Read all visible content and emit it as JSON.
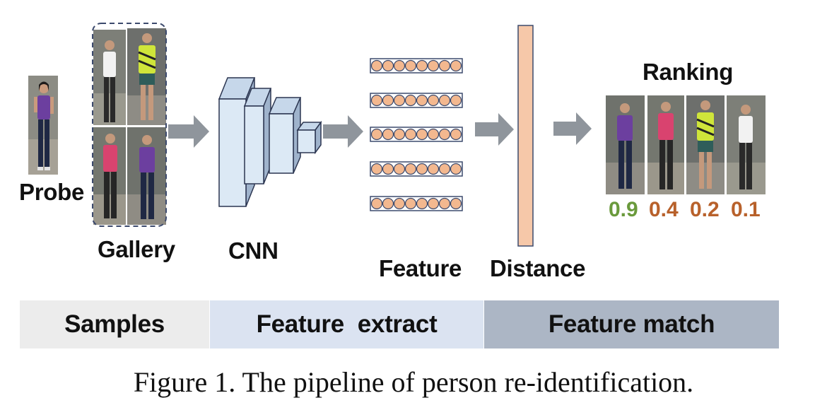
{
  "labels": {
    "probe": "Probe",
    "gallery": "Gallery",
    "cnn": "CNN",
    "feature": "Feature",
    "distance": "Distance",
    "ranking": "Ranking"
  },
  "ranking_scores": [
    {
      "value": "0.9",
      "color": "#6a9a3c"
    },
    {
      "value": "0.4",
      "color": "#b8612b"
    },
    {
      "value": "0.2",
      "color": "#b8612b"
    },
    {
      "value": "0.1",
      "color": "#b8612b"
    }
  ],
  "stages": [
    {
      "label": "Samples",
      "color": "#ececec"
    },
    {
      "label": "Feature  extract",
      "color": "#dbe3f1"
    },
    {
      "label": "Feature match",
      "color": "#acb6c5"
    }
  ],
  "caption": "Figure 1. The pipeline of person re-identification.",
  "colors": {
    "arrow": "#8f959c",
    "cnn_block": "#dce9f5",
    "feature_circle": "#f3b88f",
    "distance_bar": "#f6c8a9",
    "shirt_purple": "#6c3f9f",
    "shirt_pink": "#d9436f",
    "shirt_yellow": "#cfe53a",
    "shirt_white": "#f2f2f2"
  },
  "icons": [
    "arrow-icon",
    "cnn-block-icon",
    "feature-vector-icon",
    "distance-bar-icon",
    "person-image-icon"
  ]
}
